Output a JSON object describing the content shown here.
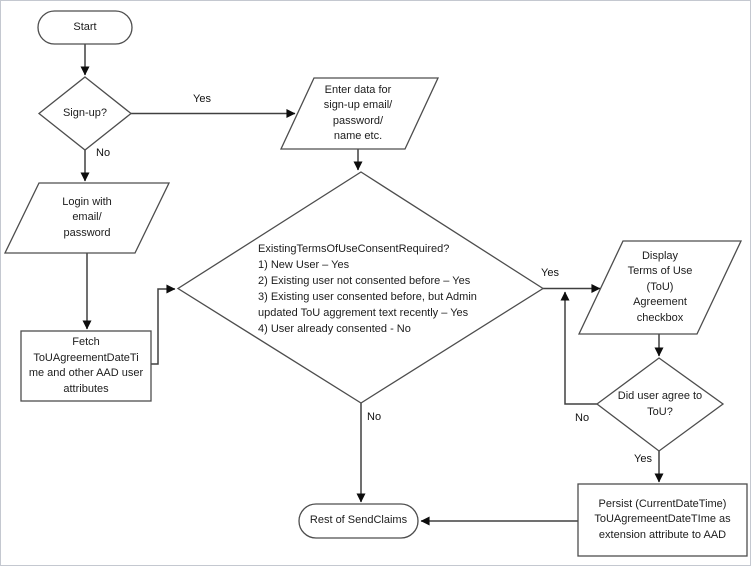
{
  "diagram": {
    "nodes": {
      "start": {
        "label": "Start"
      },
      "signup": {
        "label": "Sign-up?"
      },
      "enter_data": {
        "label": "Enter data for\nsign-up email/\npassword/\nname etc."
      },
      "login": {
        "label": "Login with\nemail/\npassword"
      },
      "fetch": {
        "label": "Fetch\nToUAgreementDateTi\nme and other AAD user\nattributes"
      },
      "consent_check": {
        "label": "ExistingTermsOfUseConsentRequired?\n1) New User – Yes\n2) Existing user not consented before – Yes\n3) Existing user consented before, but Admin\nupdated ToU aggrement text recently – Yes\n4) User already consented - No"
      },
      "display_tou": {
        "label": "Display\nTerms of Use\n(ToU)\nAgreement\ncheckbox"
      },
      "agree_check": {
        "label": "Did user agree to\nToU?"
      },
      "persist": {
        "label": "Persist (CurrentDateTime)\nToUAgremeentDateTIme as\nextension attribute to AAD"
      },
      "rest": {
        "label": "Rest of SendClaims"
      }
    },
    "edge_labels": {
      "signup_yes": "Yes",
      "signup_no": "No",
      "consent_yes": "Yes",
      "consent_no": "No",
      "agree_no": "No",
      "agree_yes": "Yes"
    },
    "colors": {
      "shape_stroke": "#4d4d4d",
      "edge_stroke": "#404040",
      "arrowhead": "#0d0d0d",
      "text": "#1c1c1c",
      "background": "#ffffff",
      "page_border": "#c4c8d0"
    }
  }
}
